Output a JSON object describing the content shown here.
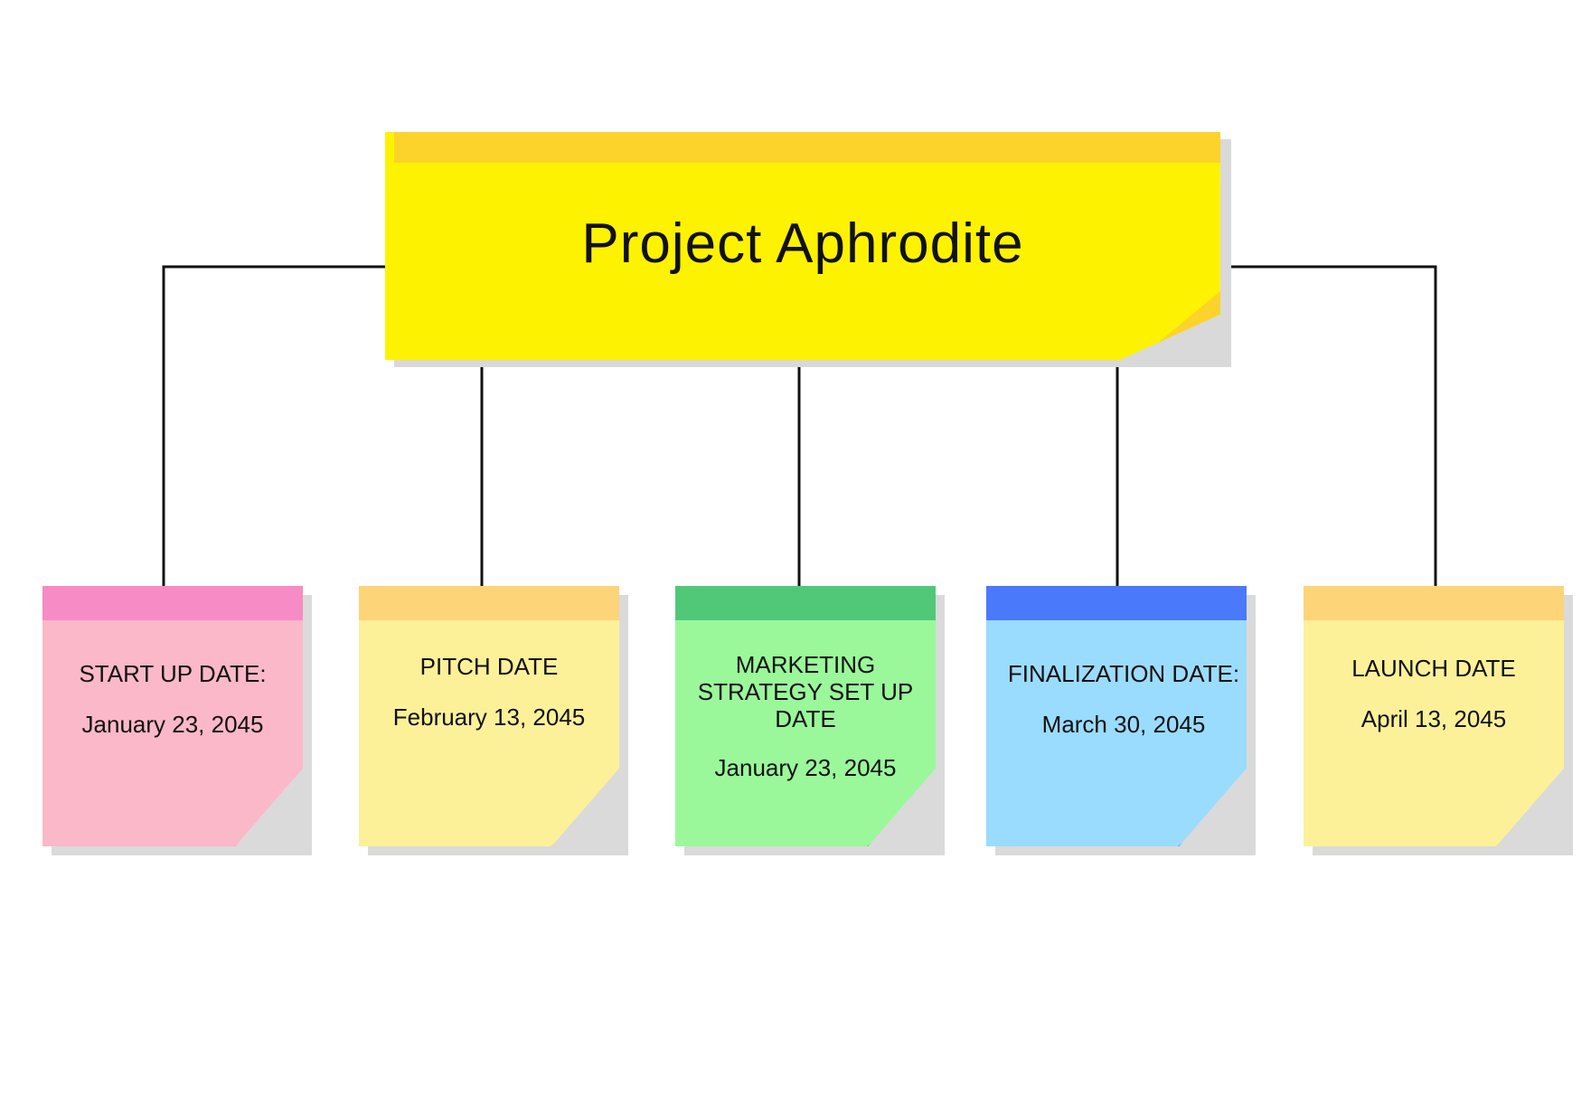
{
  "root": {
    "title": "Project Aphrodite",
    "color": "#fdf200",
    "tape_color": "#fcd32a"
  },
  "notes": [
    {
      "label": "START UP DATE:",
      "date": "January 23, 2045",
      "color": "#fbb8c9",
      "tape_color": "#f78bc5"
    },
    {
      "label": "PITCH DATE",
      "date": "February 13, 2045",
      "color": "#fcf199",
      "tape_color": "#fed479"
    },
    {
      "label": "MARKETING STRATEGY SET UP DATE",
      "date": "January 23, 2045",
      "color": "#9af89a",
      "tape_color": "#51c878"
    },
    {
      "label": "FINALIZATION DATE:",
      "date": "March 30, 2045",
      "color": "#9adcfd",
      "tape_color": "#4b79fb"
    },
    {
      "label": "LAUNCH DATE",
      "date": "April 13, 2045",
      "color": "#fcf199",
      "tape_color": "#fed479"
    }
  ]
}
